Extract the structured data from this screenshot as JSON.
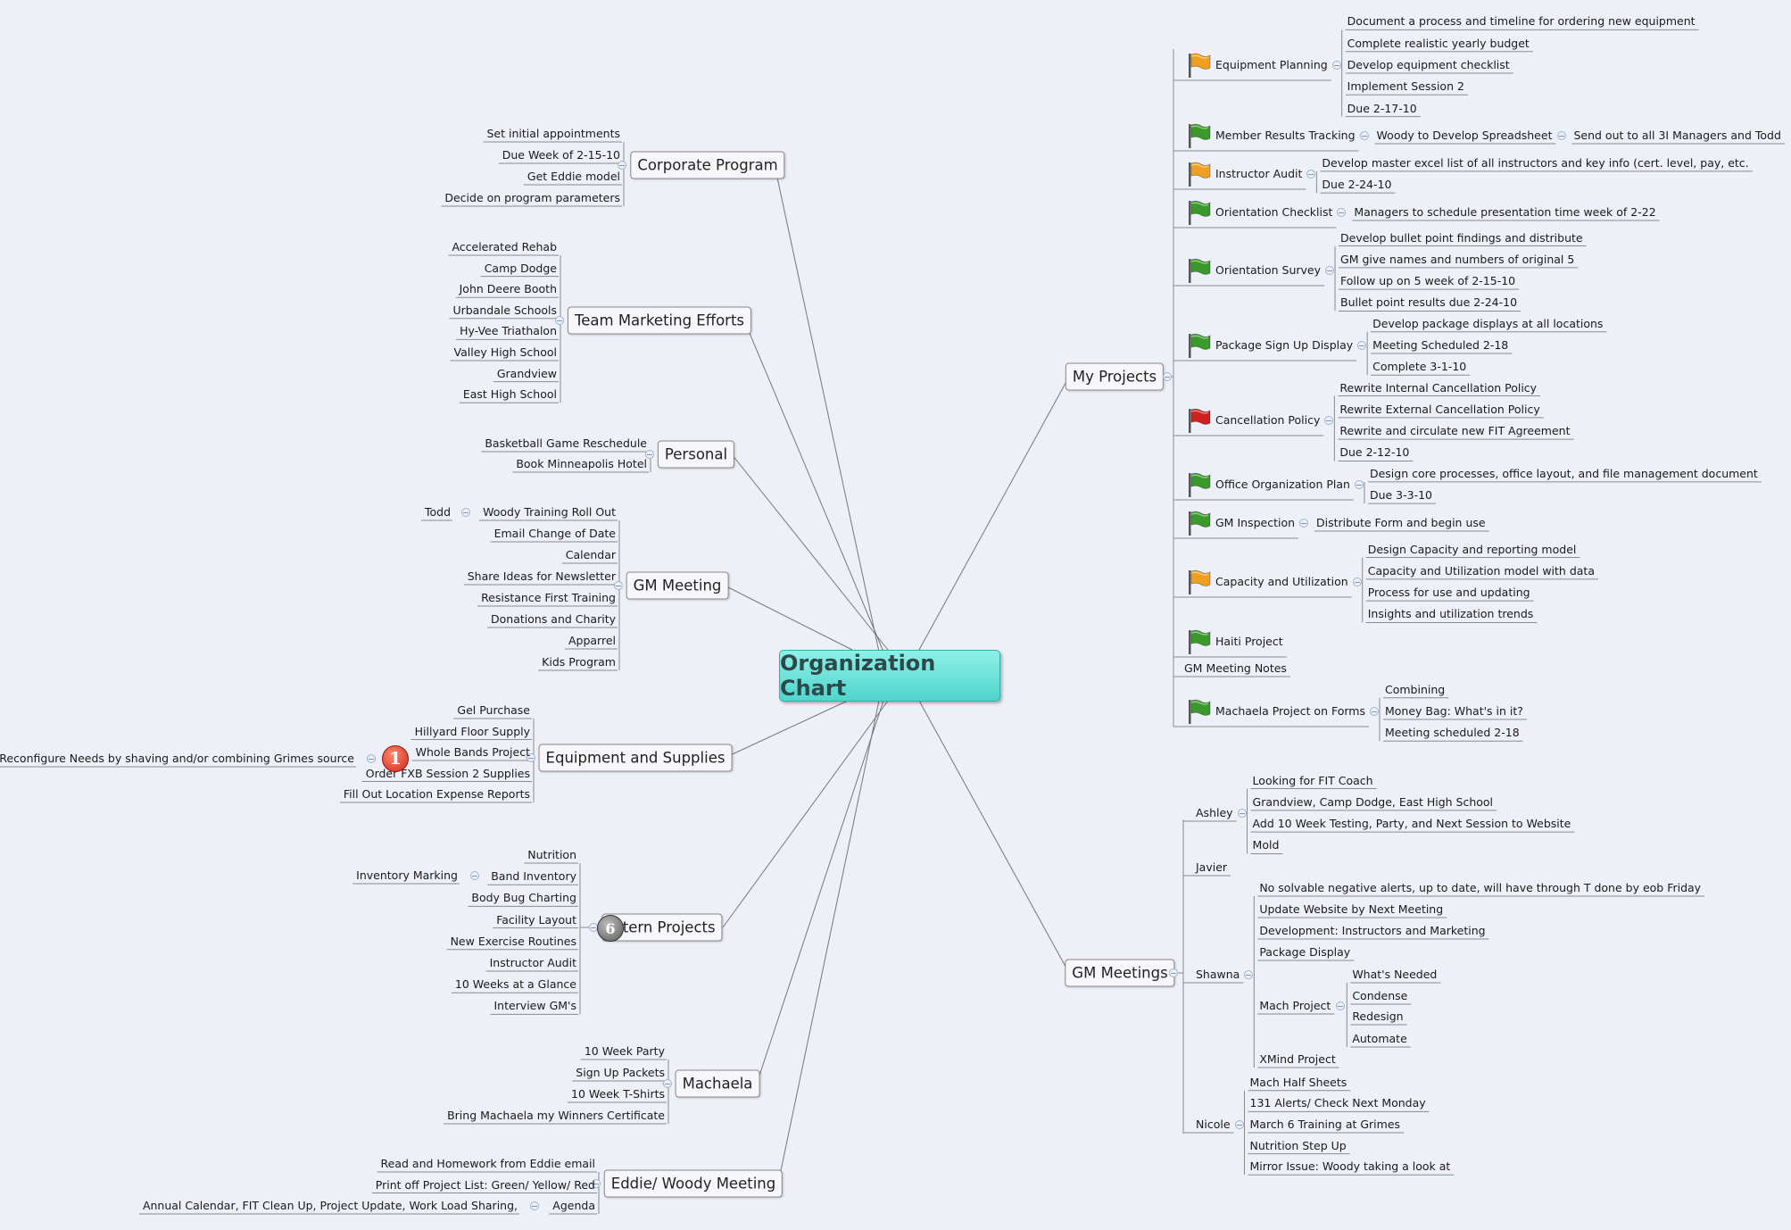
{
  "central": "Organization Chart",
  "left": {
    "corporate": {
      "title": "Corporate Program",
      "items": [
        "Set initial appointments",
        "Due Week of 2-15-10",
        "Get Eddie model",
        "Decide on program parameters"
      ]
    },
    "marketing": {
      "title": "Team Marketing Efforts",
      "items": [
        "Accelerated Rehab",
        "Camp Dodge",
        "John Deere Booth",
        "Urbandale Schools",
        "Hy-Vee Triathalon",
        "Valley High School",
        "Grandview",
        "East High School"
      ]
    },
    "personal": {
      "title": "Personal",
      "items": [
        "Basketball Game Reschedule",
        "Book Minneapolis Hotel"
      ]
    },
    "gm_meeting": {
      "title": "GM Meeting",
      "items": [
        "Woody Training Roll Out",
        "Email Change of Date",
        "Calendar",
        "Share Ideas for Newsletter",
        "Resistance First Training",
        "Donations and Charity",
        "Apparrel",
        "Kids Program"
      ],
      "woody_child": "Todd"
    },
    "equipment": {
      "title": "Equipment and Supplies",
      "items": [
        "Gel Purchase",
        "Hillyard Floor Supply",
        "Whole Bands Project",
        "Order FXB Session 2 Supplies",
        "Fill Out Location Expense Reports"
      ],
      "bands_child": "Reconfigure Needs by shaving and/or combining Grimes source",
      "bands_marker": "1"
    },
    "intern": {
      "title": "Intern Projects",
      "items": [
        "Nutrition",
        "Band Inventory",
        "Body Bug Charting",
        "Facility Layout",
        "New Exercise Routines",
        "Instructor Audit",
        "10 Weeks at a Glance",
        "Interview GM's"
      ],
      "band_child": "Inventory Marking",
      "marker": "6"
    },
    "machaela": {
      "title": "Machaela",
      "items": [
        "10 Week Party",
        "Sign Up Packets",
        "10 Week T-Shirts",
        "Bring Machaela my Winners Certificate"
      ]
    },
    "eddie": {
      "title": "Eddie/ Woody Meeting",
      "items": [
        "Read and Homework from Eddie email",
        "Print off Project List: Green/ Yellow/ Red",
        "Agenda"
      ],
      "agenda_child": "Annual Calendar, FIT Clean Up, Project Update, Work Load Sharing,"
    }
  },
  "right": {
    "my_projects": {
      "title": "My Projects",
      "equipment_planning": {
        "label": "Equipment Planning",
        "flag": "#f0a020",
        "items": [
          "Document a process and timeline for ordering new equipment",
          "Complete realistic yearly budget",
          "Develop equipment checklist",
          "Implement Session 2",
          "Due 2-17-10"
        ]
      },
      "member_results": {
        "label": "Member Results Tracking",
        "flag": "#3a9a2a",
        "child": "Woody to Develop Spreadsheet",
        "grandchild": "Send out to all 3I Managers and Todd"
      },
      "instructor_audit": {
        "label": "Instructor Audit",
        "flag": "#f0a020",
        "items": [
          "Develop master excel list of all instructors and key info (cert. level, pay, etc.",
          "Due 2-24-10"
        ]
      },
      "orientation_checklist": {
        "label": "Orientation Checklist",
        "flag": "#3a9a2a",
        "child": "Managers to schedule presentation time week of 2-22"
      },
      "orientation_survey": {
        "label": "Orientation Survey",
        "flag": "#3a9a2a",
        "items": [
          "Develop bullet point findings and distribute",
          "GM give names and numbers of original 5",
          "Follow up on 5 week of 2-15-10",
          "Bullet point results due 2-24-10"
        ]
      },
      "package_signup": {
        "label": "Package Sign Up Display",
        "flag": "#3a9a2a",
        "items": [
          "Develop package displays at all locations",
          "Meeting Scheduled 2-18",
          "Complete 3-1-10"
        ]
      },
      "cancellation": {
        "label": "Cancellation Policy",
        "flag": "#d02020",
        "items": [
          "Rewrite Internal Cancellation Policy",
          "Rewrite External Cancellation Policy",
          "Rewrite and circulate new FIT Agreement",
          "Due 2-12-10"
        ]
      },
      "office_org": {
        "label": "Office Organization Plan",
        "flag": "#3a9a2a",
        "items": [
          "Design core processes, office layout, and file management document",
          "Due 3-3-10"
        ]
      },
      "gm_inspection": {
        "label": "GM Inspection",
        "flag": "#3a9a2a",
        "child": "Distribute Form and begin use"
      },
      "capacity": {
        "label": "Capacity and Utilization",
        "flag": "#f0a020",
        "items": [
          "Design Capacity and reporting model",
          "Capacity and Utilization model with data",
          "Process for use and updating",
          "Insights and utilization trends"
        ]
      },
      "haiti": {
        "label": "Haiti Project",
        "flag": "#3a9a2a"
      },
      "gm_notes": {
        "label": "GM Meeting Notes"
      },
      "machaela_forms": {
        "label": "Machaela Project on Forms",
        "flag": "#3a9a2a",
        "items": [
          "Combining",
          "Money Bag: What's in it?",
          "Meeting scheduled 2-18"
        ]
      }
    },
    "gm_meetings": {
      "title": "GM Meetings",
      "ashley": {
        "label": "Ashley",
        "items": [
          "Looking for FIT Coach",
          "Grandview, Camp Dodge, East High School",
          "Add 10 Week Testing, Party, and Next Session to Website",
          "Mold"
        ]
      },
      "javier": {
        "label": "Javier"
      },
      "shawna": {
        "label": "Shawna",
        "items": [
          "No solvable negative alerts, up to date, will have through T done by eob Friday",
          "Update Website by Next Meeting",
          "Development: Instructors and Marketing",
          "Package Display",
          "Mach Project",
          "XMind Project"
        ],
        "mach_items": [
          "What's Needed",
          "Condense",
          "Redesign",
          "Automate"
        ]
      },
      "nicole": {
        "label": "Nicole",
        "items": [
          "Mach Half Sheets",
          "131 Alerts/ Check Next Monday",
          "March 6 Training at Grimes",
          "Nutrition Step Up",
          "Mirror Issue: Woody taking a look at"
        ]
      }
    }
  }
}
